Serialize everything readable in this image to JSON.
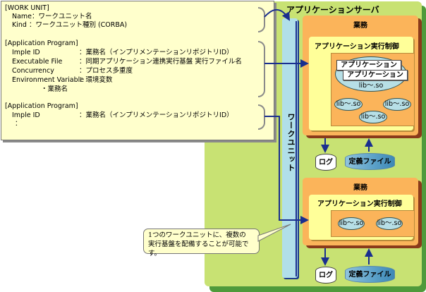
{
  "config_panel": {
    "work_unit": {
      "header": "[WORK UNIT]",
      "name_line": "Name：ワークユニット名",
      "kind_line": "Kind ：ワークユニット種別 (CORBA)"
    },
    "app_program_1": {
      "header": "[Application Program]",
      "rows": [
        {
          "key": "Imple ID",
          "value": "：業務名（インプリメンテーションリポジトリID）"
        },
        {
          "key": "Executable File",
          "value": "：同期アプリケーション連携実行基盤 実行ファイル名"
        },
        {
          "key": "Concurrency",
          "value": "：プロセス多重度"
        },
        {
          "key": "Environment Variable",
          "value": "：環境変数"
        }
      ],
      "sub_item": "・業務名"
    },
    "app_program_2": {
      "header": "[Application Program]",
      "rows": [
        {
          "key": "Imple ID",
          "value": "：業務名（インプリメンテーションリポジトリID）"
        }
      ],
      "ellipsis": "："
    }
  },
  "server": {
    "title": "アプリケーションサーバ",
    "work_unit_label": "ワークユニット",
    "business_1": {
      "title": "業務",
      "control_title": "アプリケーション実行制御",
      "apps": [
        "アプリケーション",
        "アプリケーション"
      ],
      "main_lib": "lib～.so",
      "libs": [
        "lib～.so",
        "lib～.so",
        "lib～.so"
      ],
      "log": "ログ",
      "definition_file": "定義ファイル"
    },
    "business_2": {
      "title": "業務",
      "control_title": "アプリケーション実行制御",
      "libs": [
        "lib～.so",
        "lib～.so"
      ],
      "log": "ログ",
      "definition_file": "定義ファイル"
    }
  },
  "callout": {
    "line1": "1つのワークユニットに、複数の",
    "line2": "実行基盤を配備することが可能です。"
  },
  "colors": {
    "config_bg": "#ffffcc",
    "server_bg": "#c8e273",
    "server_shadow": "#4f9a3b",
    "work_unit_bar": "#b1dfe9",
    "business_bg": "#fbb45a",
    "control_bg": "#ffff99",
    "ellipse": "#b7dfe6",
    "arrow": "#1a2f8f"
  }
}
